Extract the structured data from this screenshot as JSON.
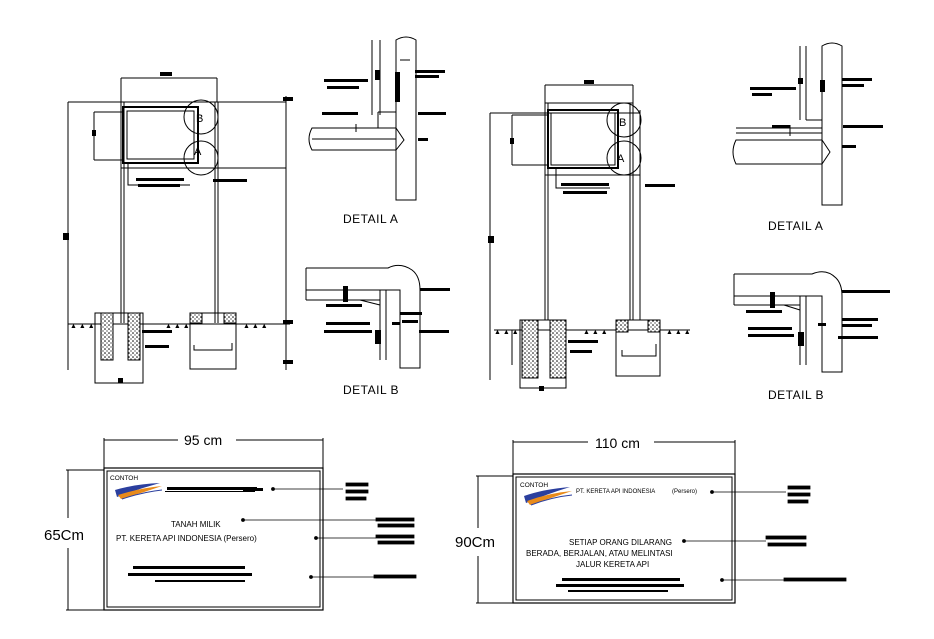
{
  "details": {
    "detail_a_left": "DETAIL  A",
    "detail_b_left": "DETAIL  B",
    "detail_a_right": "DETAIL  A",
    "detail_b_right": "DETAIL  B"
  },
  "balloons": {
    "a": "A",
    "b": "B"
  },
  "sign1": {
    "width_label": "95 cm",
    "height_label": "65Cm",
    "contoh": "CONTOH",
    "line1": "TANAH MILIK",
    "line2": "PT. KERETA API INDONESIA (Persero)"
  },
  "sign2": {
    "width_label": "110 cm",
    "height_label": "90Cm",
    "contoh": "CONTOH",
    "company": "PT. KERETA API INDONESIA",
    "persero": "(Persero)",
    "line1": "SETIAP ORANG DILARANG",
    "line2": "BERADA, BERJALAN, ATAU MELINTASI",
    "line3": "JALUR KERETA API"
  },
  "colors": {
    "ink": "#000000",
    "logo_blue": "#2b3f9e",
    "logo_orange": "#e88a1a"
  }
}
